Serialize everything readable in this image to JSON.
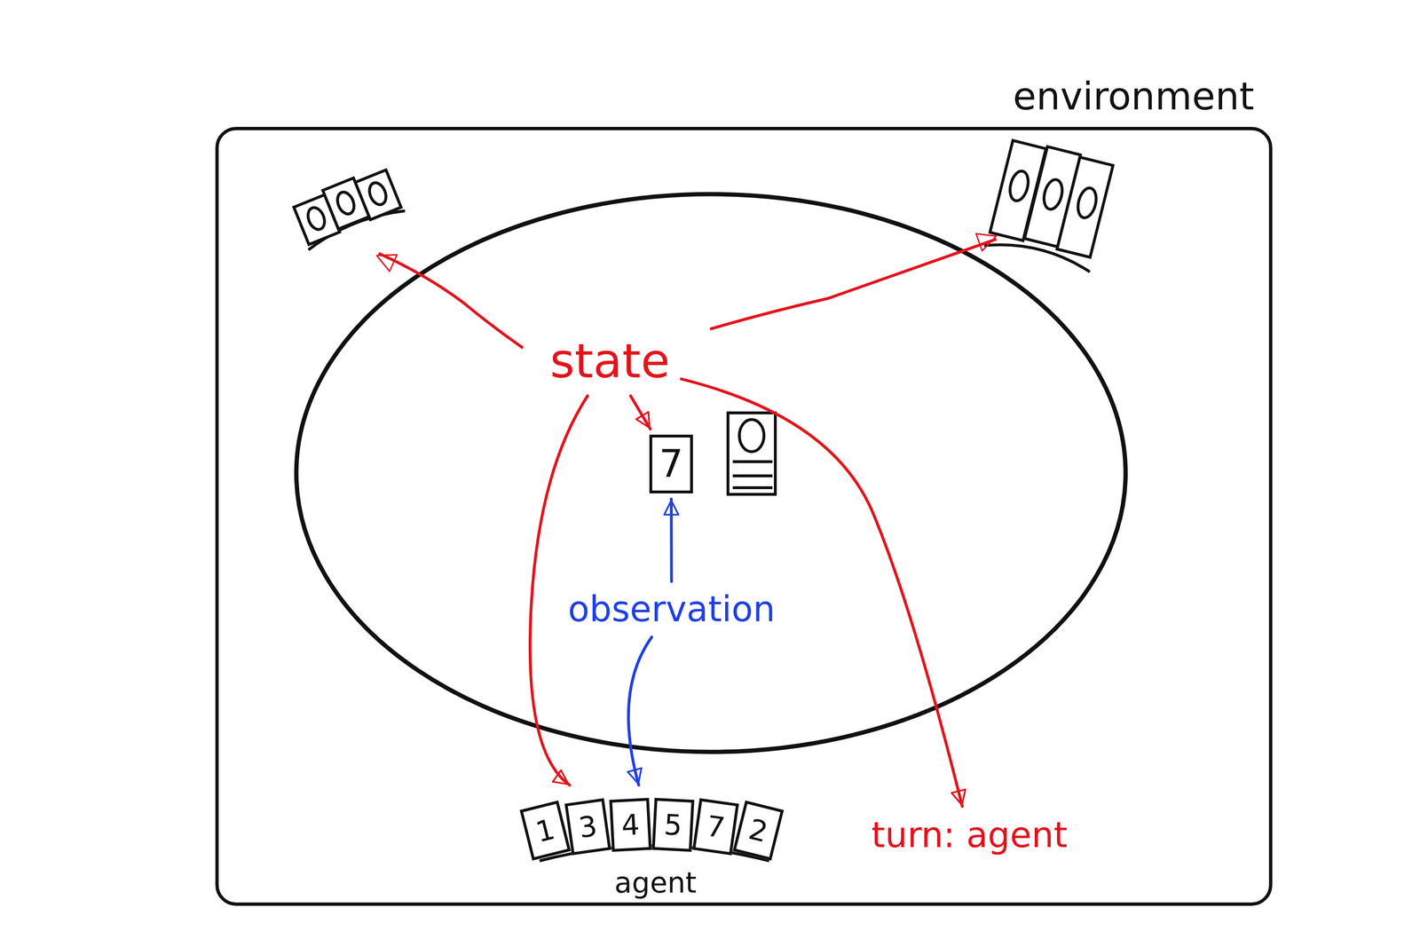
{
  "diagram": {
    "nodes": [
      {
        "text": [
          "environment"
        ]
      },
      {
        "text": [
          "state"
        ],
        "in": 0
      },
      {
        "text": [
          "7"
        ],
        "in": 0
      },
      {
        "text": [
          "observation"
        ],
        "in": 0
      },
      {
        "text": [
          "agent"
        ],
        "in": 0
      },
      {
        "text": [
          "1"
        ],
        "in": 4
      },
      {
        "text": [
          "3"
        ],
        "in": 4
      },
      {
        "text": [
          "4"
        ],
        "in": 4
      },
      {
        "text": [
          "5"
        ],
        "in": 4
      },
      {
        "text": [
          "7"
        ],
        "in": 4
      },
      {
        "text": [
          "2"
        ],
        "in": 4
      },
      {
        "text": [
          "turn: agent"
        ],
        "in": 0
      }
    ],
    "edges": [
      {
        "from": 1,
        "to": 2,
        "arrow": "to"
      },
      {
        "from": 1,
        "to": 4,
        "arrow": "to"
      },
      {
        "from": 1,
        "to": 11,
        "arrow": "to"
      },
      {
        "from": 3,
        "to": 2,
        "arrow": "to"
      },
      {
        "from": 3,
        "to": 4,
        "arrow": "to"
      }
    ]
  }
}
